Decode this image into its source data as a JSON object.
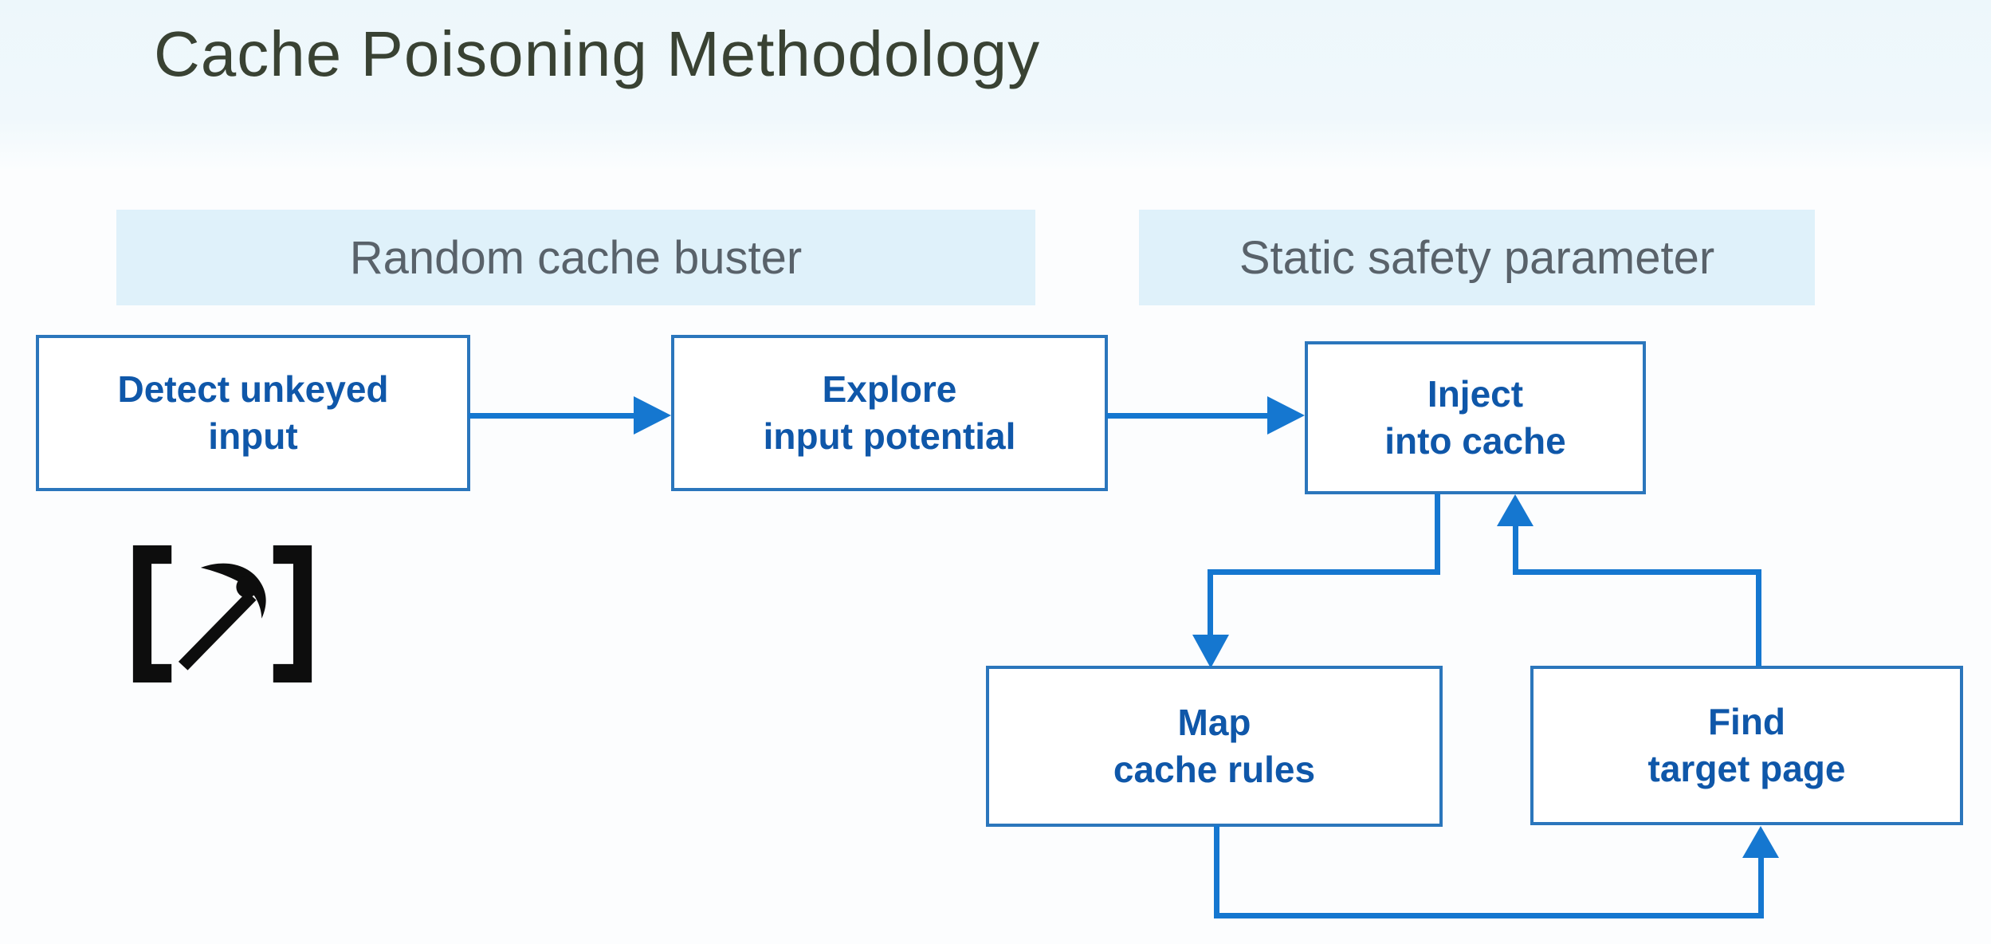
{
  "title": "Cache Poisoning Methodology",
  "labels": {
    "random": "Random cache buster",
    "static": "Static safety parameter"
  },
  "boxes": {
    "detect": {
      "line1": "Detect unkeyed",
      "line2": "input"
    },
    "explore": {
      "line1": "Explore",
      "line2": "input potential"
    },
    "inject": {
      "line1": "Inject",
      "line2": "into cache"
    },
    "map": {
      "line1": "Map",
      "line2": "cache rules"
    },
    "find": {
      "line1": "Find",
      "line2": "target page"
    }
  },
  "icons": {
    "pickaxe": "pickaxe-in-brackets"
  },
  "flow": {
    "arrows": [
      "detect-to-explore",
      "explore-to-inject",
      "inject-to-map",
      "find-to-inject",
      "map-to-find"
    ]
  },
  "colors": {
    "accent-connector": "#1577d0",
    "box-border": "#2b76bc",
    "box-text": "#0f57a9",
    "title-text": "#394233",
    "label-text": "#59626a",
    "label-bg": "#dff1fa",
    "band-bg": "#edf7fb",
    "page-bg": "#fcfdfe",
    "icon-black": "#0d0d0d"
  }
}
